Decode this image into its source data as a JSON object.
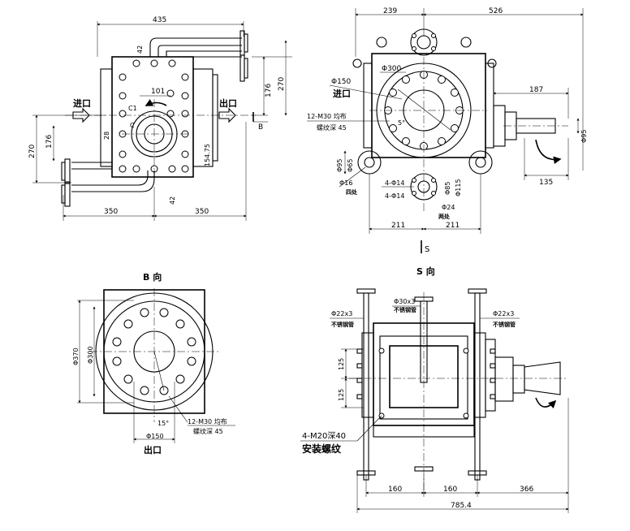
{
  "front_view": {
    "dim_top_width": "435",
    "dim_42_top": "42",
    "dim_101": "101",
    "label_c1": "C1",
    "label_c": "C",
    "label_inlet": "进口",
    "label_outlet": "出口",
    "label_b": "B",
    "dim_176_right": "176",
    "dim_270_right": "270",
    "dim_28": "28",
    "dim_176_left": "176",
    "dim_270_left": "270",
    "dim_154_75": "154.75",
    "dim_42_bottom": "42",
    "dim_350_left": "350",
    "dim_350_right": "350"
  },
  "side_view": {
    "dim_239": "239",
    "dim_526": "526",
    "dim_phi300": "Φ300",
    "dim_phi150": "Φ150",
    "label_inlet": "进口",
    "thread_spec": "12-M30 均布",
    "thread_depth": "螺纹深 45",
    "label_5deg": "5°",
    "dim_187": "187",
    "dim_phi95_right": "Φ95",
    "dim_135": "135",
    "dim_phi95_left": "Φ95",
    "dim_phi65": "Φ65",
    "dim_phi16": "Φ16",
    "note_four_places": "四处",
    "holes_top": "4-Φ14",
    "holes_bottom": "4-Φ14",
    "dim_phi85": "Φ85",
    "dim_phi115": "Φ115",
    "dim_phi24": "Φ24",
    "note_two_places": "两处",
    "dim_211_left": "211",
    "dim_211_right": "211",
    "section_mark": "S"
  },
  "b_view": {
    "title": "B 向",
    "dim_phi370": "Φ370",
    "dim_phi300": "Φ300",
    "label_15deg": "15°",
    "thread_spec": "12-M30 均布",
    "thread_depth": "螺纹深 45",
    "dim_phi150": "Φ150",
    "label_outlet": "出口"
  },
  "s_view": {
    "title": "S 向",
    "pipe_center": "Φ30x3",
    "pipe_left": "Φ22x3",
    "pipe_right": "Φ22x3",
    "material_left": "不锈钢管",
    "material_center": "不锈钢管",
    "material_right": "不锈钢管",
    "dim_125_top": "125",
    "dim_125_bottom": "125",
    "mount_holes": "4-M20深40",
    "mount_label": "安装螺纹",
    "dim_160_left": "160",
    "dim_160_right": "160",
    "dim_366": "366",
    "dim_total": "785.4"
  }
}
